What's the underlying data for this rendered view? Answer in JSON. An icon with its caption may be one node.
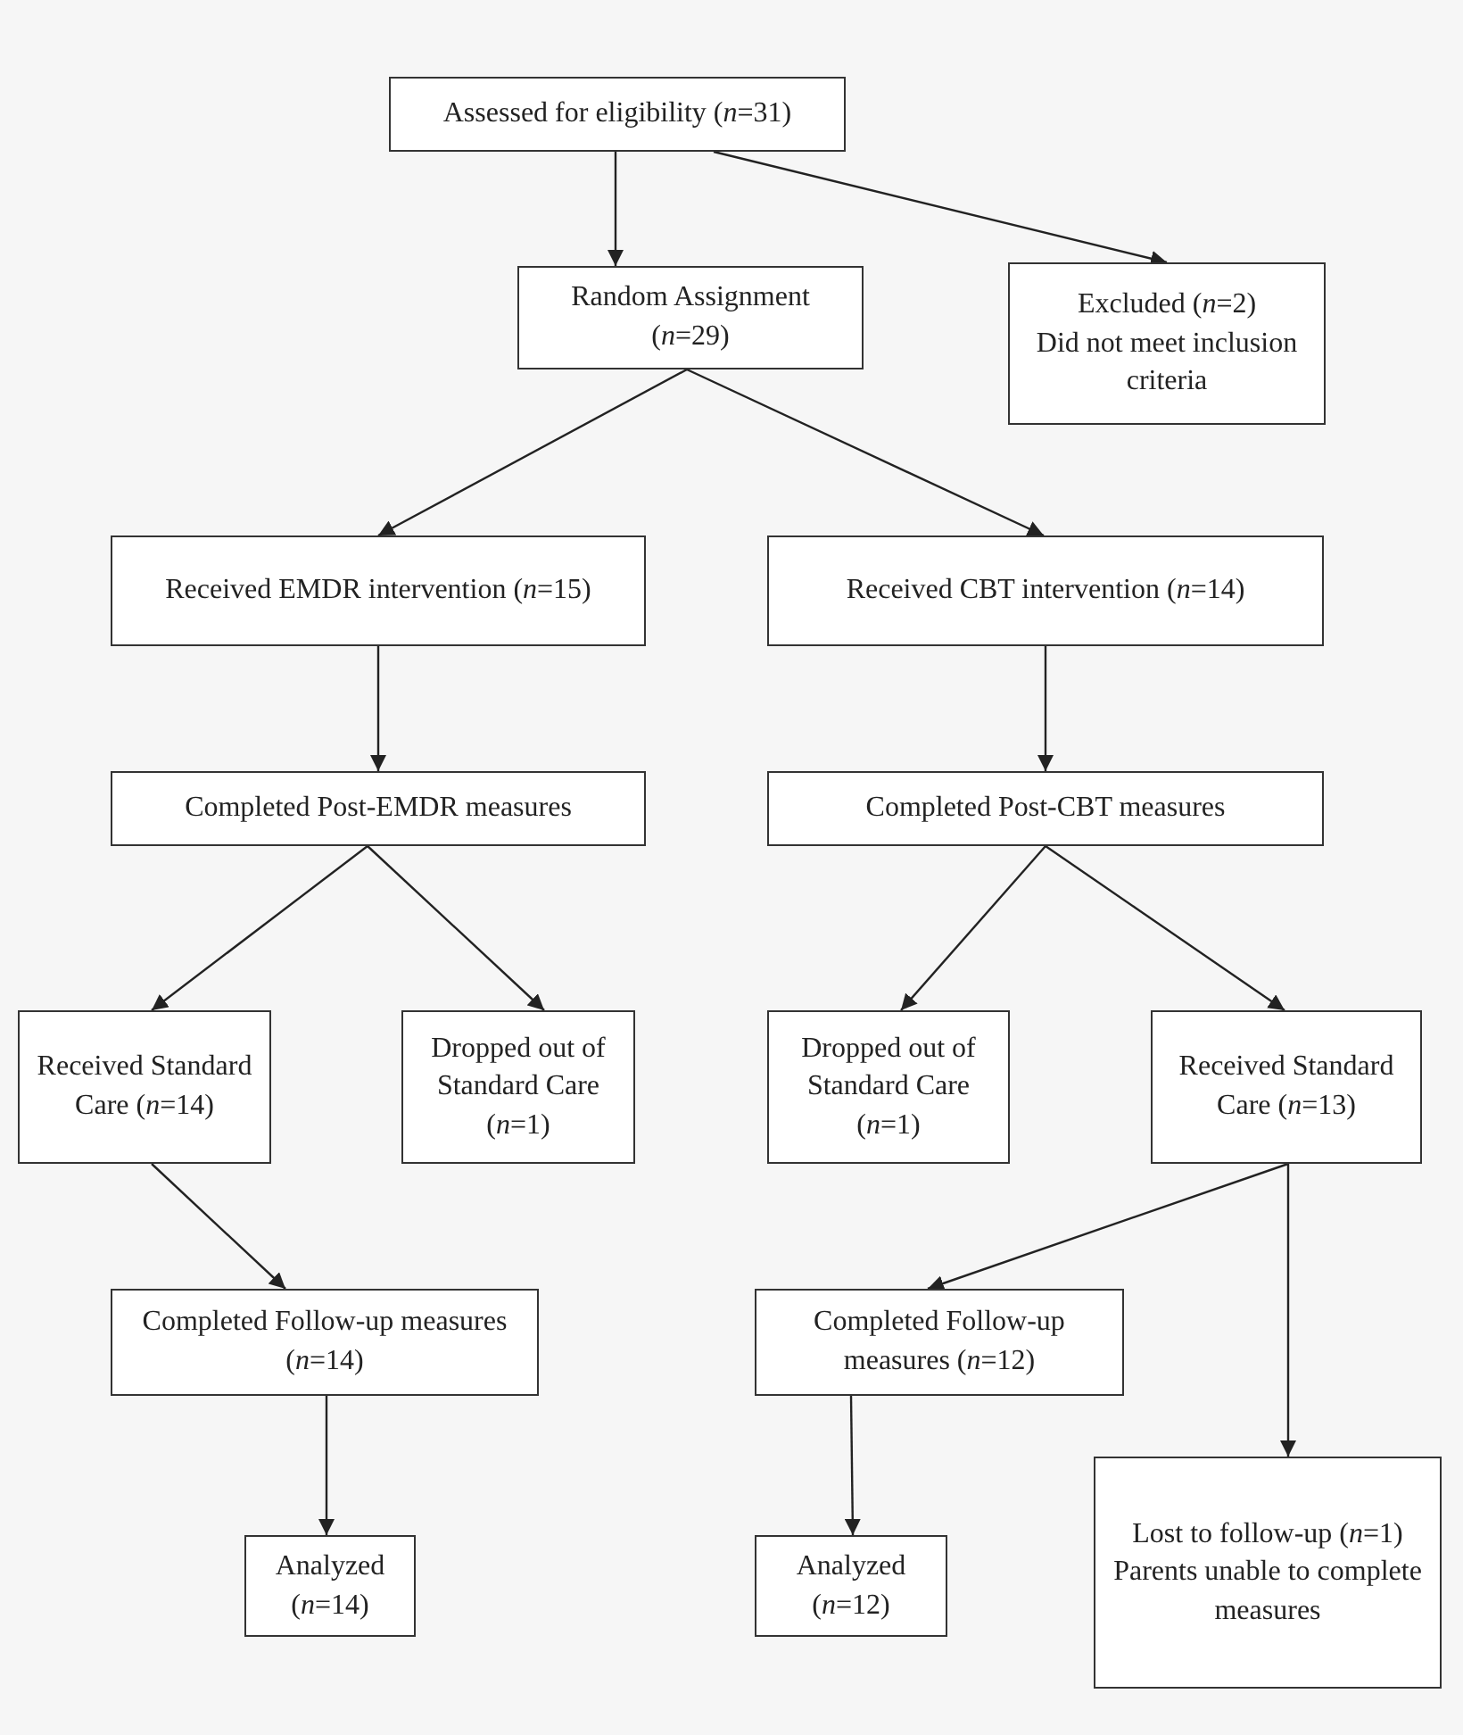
{
  "diagram": {
    "nodes": [
      {
        "text": [
          "Assessed for eligibility (*n*=31)"
        ]
      },
      {
        "text": [
          "Random Assignment (*n*=29)"
        ]
      },
      {
        "text": [
          "Excluded (*n*=2)",
          "Did not meet inclusion criteria"
        ]
      },
      {
        "text": [
          "Received EMDR intervention (*n*=15)"
        ]
      },
      {
        "text": [
          "Received CBT intervention (*n*=14)"
        ]
      },
      {
        "text": [
          "Completed Post-EMDR measures"
        ]
      },
      {
        "text": [
          "Completed Post-CBT measures"
        ]
      },
      {
        "text": [
          "Received Standard Care (*n*=14)"
        ]
      },
      {
        "text": [
          "Dropped out of Standard Care (*n*=1)"
        ]
      },
      {
        "text": [
          "Dropped out of Standard Care (*n*=1)"
        ]
      },
      {
        "text": [
          "Received Standard Care (*n*=13)"
        ]
      },
      {
        "text": [
          "Completed Follow-up measures (*n*=14)"
        ]
      },
      {
        "text": [
          "Completed Follow-up measures (*n*=12)"
        ]
      },
      {
        "text": [
          "Analyzed (*n*=14)"
        ]
      },
      {
        "text": [
          "Analyzed (*n*=12)"
        ]
      },
      {
        "text": [
          "Lost to follow-up (*n*=1)",
          "Parents unable to complete measures"
        ]
      }
    ],
    "edges": [
      {
        "from": 0,
        "to": 1,
        "arrow": "to"
      },
      {
        "from": 0,
        "to": 2,
        "arrow": "to"
      },
      {
        "from": 1,
        "to": 3,
        "arrow": "to"
      },
      {
        "from": 1,
        "to": 4,
        "arrow": "to"
      },
      {
        "from": 3,
        "to": 5,
        "arrow": "to"
      },
      {
        "from": 4,
        "to": 6,
        "arrow": "to"
      },
      {
        "from": 5,
        "to": 7,
        "arrow": "to"
      },
      {
        "from": 5,
        "to": 8,
        "arrow": "to"
      },
      {
        "from": 6,
        "to": 9,
        "arrow": "to"
      },
      {
        "from": 6,
        "to": 10,
        "arrow": "to"
      },
      {
        "from": 7,
        "to": 11,
        "arrow": "to"
      },
      {
        "from": 10,
        "to": 12,
        "arrow": "to"
      },
      {
        "from": 10,
        "to": 15,
        "arrow": "to"
      },
      {
        "from": 11,
        "to": 13,
        "arrow": "to"
      },
      {
        "from": 12,
        "to": 14,
        "arrow": "to"
      }
    ]
  }
}
